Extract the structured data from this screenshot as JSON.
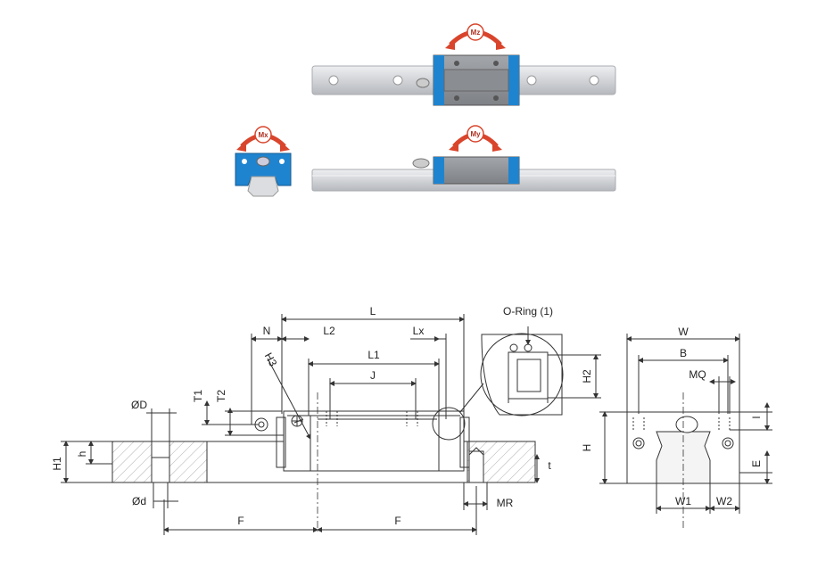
{
  "colors": {
    "rail": "#c9cbd0",
    "rail_light": "#e4e5e8",
    "block_blue": "#1f84cf",
    "block_body": "#8e9196",
    "arrow_red": "#d9452c",
    "line": "#333333",
    "hatch": "#999999"
  },
  "moments": {
    "mz": "Mz",
    "mx": "Mx",
    "my": "My"
  },
  "dimensions": {
    "L": "L",
    "L1": "L1",
    "L2": "L2",
    "Lx": "Lx",
    "N": "N",
    "J": "J",
    "T1": "T1",
    "T2": "T2",
    "H3": "H3",
    "H1": "H1",
    "h": "h",
    "oD": "ØD",
    "od": "Ød",
    "F_left": "F",
    "F_right": "F",
    "t": "t",
    "MR": "MR",
    "W": "W",
    "B": "B",
    "MQ": "MQ",
    "H": "H",
    "H2": "H2",
    "l": "l",
    "E": "E",
    "W1": "W1",
    "W2": "W2"
  },
  "callout": {
    "oring": "O-Ring (1)"
  }
}
